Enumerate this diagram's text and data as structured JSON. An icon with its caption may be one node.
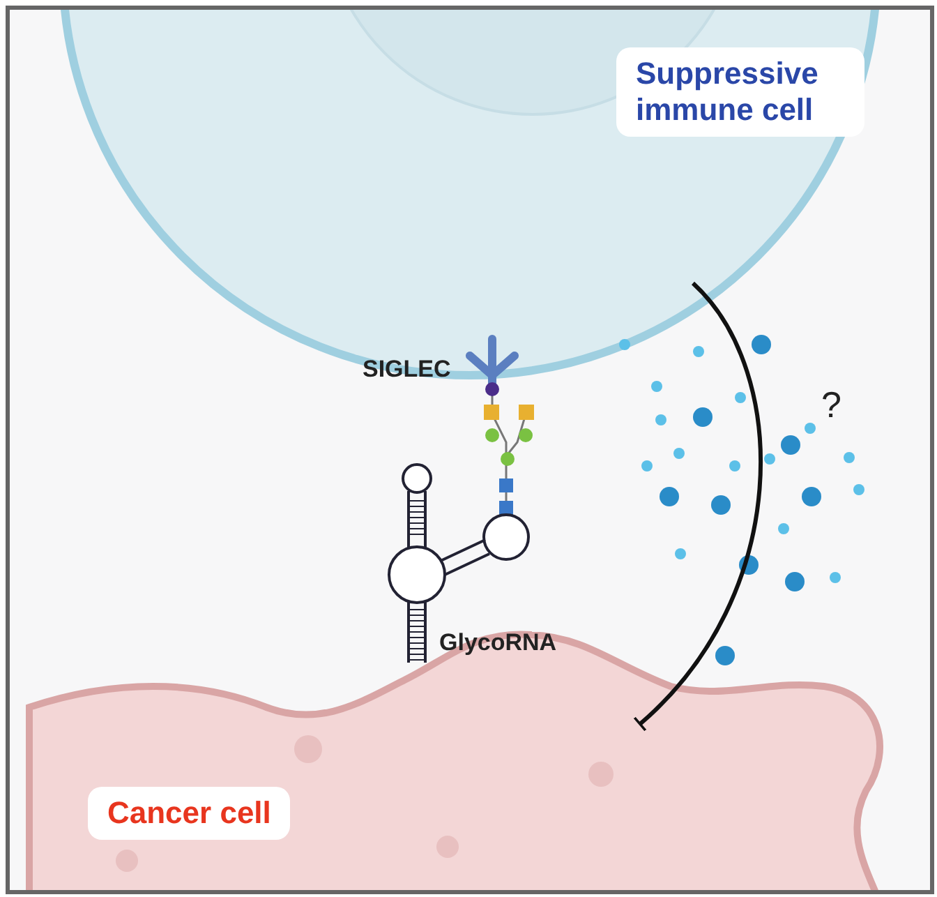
{
  "diagram": {
    "nodes": [
      {
        "text": [
          "Suppressive immune cell"
        ]
      },
      {
        "text": [
          "Cancer cell"
        ]
      }
    ],
    "edges": [
      {
        "from": 0,
        "to": 1,
        "arrow": "other"
      }
    ],
    "labels": [
      "SIGLEC",
      "?",
      "GlycoRNA"
    ]
  }
}
